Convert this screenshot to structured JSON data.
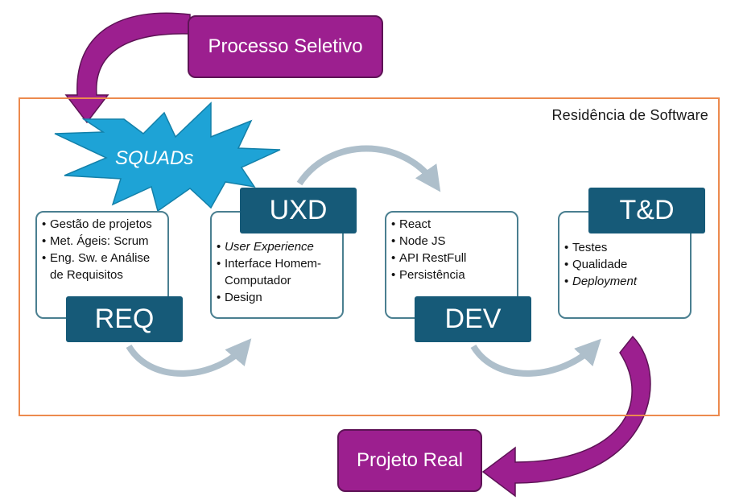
{
  "title_frame": "Residência de Software",
  "top_box": "Processo Seletivo",
  "bottom_box": "Projeto Real",
  "burst": "SQUADs",
  "stages": [
    {
      "label": "REQ",
      "items": [
        "Gestão de projetos",
        "Met. Ágeis: Scrum",
        "Eng. Sw. e Análise de Requisitos"
      ]
    },
    {
      "label": "UXD",
      "items": [
        "User Experience",
        "Interface Homem-Computador",
        "Design"
      ]
    },
    {
      "label": "DEV",
      "items": [
        "React",
        "Node JS",
        "API RestFull",
        "Persistência"
      ]
    },
    {
      "label": "T&D",
      "items": [
        "Testes",
        "Qualidade",
        "Deployment"
      ]
    }
  ],
  "colors": {
    "frame": "#ec8a4e",
    "magenta": "#9c1f8f",
    "tab": "#165a78",
    "burst": "#1ea3d6",
    "arrow": "#aebfcb"
  }
}
